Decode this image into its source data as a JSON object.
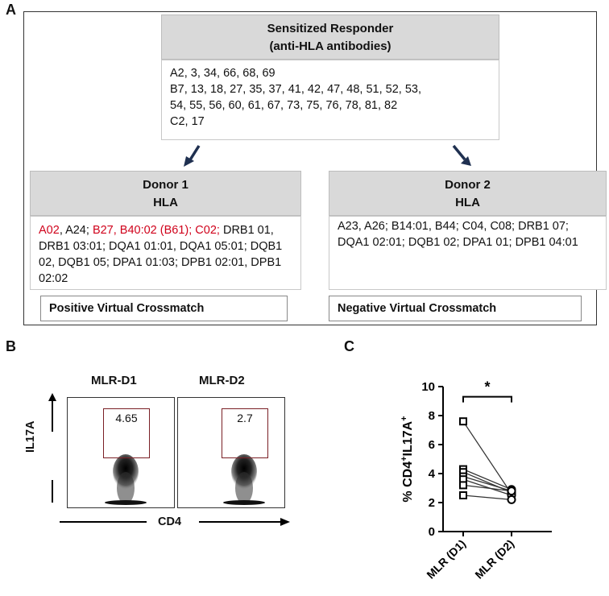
{
  "panel_labels": {
    "a": "A",
    "b": "B",
    "c": "C"
  },
  "responder": {
    "title_line1": "Sensitized Responder",
    "title_line2": "(anti-HLA antibodies)",
    "lines": [
      "A2, 3, 34, 66, 68, 69",
      "B7, 13, 18, 27, 35, 37, 41, 42, 47, 48, 51, 52, 53,",
      "54, 55, 56, 60, 61, 67, 73, 75, 76, 78, 81, 82",
      "C2, 17"
    ]
  },
  "donor1": {
    "title_line1": "Donor 1",
    "title_line2": "HLA",
    "red_a": "A02",
    "text_a": ", A24; ",
    "red_b": "B27, B40:02 (B61); C02;",
    "text_b": " DRB1 01, DRB1 03:01; DQA1 01:01, DQA1 05:01; DQB1 02, DQB1 05; DPA1 01:03; DPB1 02:01, DPB1 02:02",
    "crossmatch": "Positive Virtual Crossmatch"
  },
  "donor2": {
    "title_line1": "Donor 2",
    "title_line2": "HLA",
    "text": "A23, A26; B14:01, B44; C04, C08; DRB1 07; DQA1 02:01; DQB1 02; DPA1 01; DPB1 04:01",
    "crossmatch": "Negative Virtual Crossmatch"
  },
  "flow": {
    "col1_title": "MLR-D1",
    "col2_title": "MLR-D2",
    "gate1_value": "4.65",
    "gate2_value": "2.7",
    "y_label": "IL17A",
    "x_label": "CD4"
  },
  "colors": {
    "red": "#d0021b",
    "arrow": "#1f3050",
    "gate": "#7a1f25",
    "header_bg": "#d9d9d9"
  },
  "chart_data": {
    "type": "scatter",
    "categories": [
      "MLR (D1)",
      "MLR (D2)"
    ],
    "ylabel": "% CD4+IL17A+",
    "ylim": [
      0,
      10
    ],
    "yticks": [
      0,
      2,
      4,
      6,
      8,
      10
    ],
    "significance": "*",
    "pairs": [
      {
        "d1": 7.6,
        "d2": 2.6
      },
      {
        "d1": 4.3,
        "d2": 2.9
      },
      {
        "d1": 4.1,
        "d2": 2.7
      },
      {
        "d1": 3.8,
        "d2": 2.8
      },
      {
        "d1": 3.6,
        "d2": 2.5
      },
      {
        "d1": 3.2,
        "d2": 2.8
      },
      {
        "d1": 2.5,
        "d2": 2.2
      }
    ]
  }
}
